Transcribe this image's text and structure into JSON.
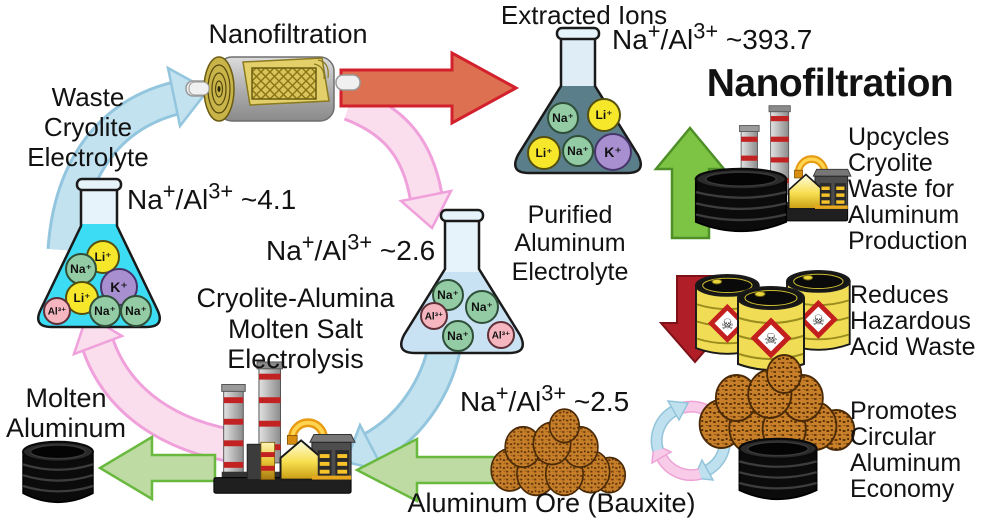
{
  "figure_title": "Nanofiltration",
  "colors": {
    "arrow_blue": "#c3e2f0",
    "arrow_blue_border": "#93c6de",
    "arrow_pink": "#fadeee",
    "arrow_pink_border": "#f0a0da",
    "arrow_green_pale": "#bedba4",
    "arrow_green_pale_border": "#69b93e",
    "arrow_orange": "#dd7050",
    "arrow_orange_border": "#d3202d",
    "arrow_green_vivid": "#7dc344",
    "arrow_red": "#b01e28",
    "liquid_waste": "#3bdcf4",
    "liquid_extracted": "#5a7f8b",
    "liquid_purified": "#c9e2f3",
    "ion_na": "#93cba4",
    "ion_li": "#f6e72b",
    "ion_k": "#a88fd0",
    "ion_al": "#f6b6bf",
    "bauxite": "#c87f2a",
    "hazard_barrel": "#f0dd55"
  },
  "cycle": {
    "filter_label": "Nanofiltration",
    "extracted": {
      "caption": "Extracted Ions",
      "ratio": {
        "parts": [
          {
            "t": "Na"
          },
          {
            "t": "+",
            "sup": true
          },
          {
            "t": "/Al"
          },
          {
            "t": "3+",
            "sup": true
          },
          {
            "t": " ~393.7"
          }
        ]
      },
      "ions": [
        {
          "type": "na",
          "label": "Na⁺"
        },
        {
          "type": "li",
          "label": "Li⁺"
        },
        {
          "type": "li",
          "label": "Li⁺"
        },
        {
          "type": "na",
          "label": "Na⁺"
        },
        {
          "type": "k",
          "label": "K⁺"
        }
      ]
    },
    "waste": {
      "caption": "Waste\nCryolite\nElectrolyte",
      "ratio": {
        "parts": [
          {
            "t": "Na"
          },
          {
            "t": "+",
            "sup": true
          },
          {
            "t": "/Al"
          },
          {
            "t": "3+",
            "sup": true
          },
          {
            "t": " ~4.1"
          }
        ]
      },
      "ions": [
        {
          "type": "li",
          "label": "Li⁺"
        },
        {
          "type": "na",
          "label": "Na⁺"
        },
        {
          "type": "k",
          "label": "K⁺"
        },
        {
          "type": "li",
          "label": "Li⁺"
        },
        {
          "type": "al",
          "label": "Al³⁺"
        },
        {
          "type": "na",
          "label": "Na⁺"
        },
        {
          "type": "na",
          "label": "Na⁺"
        }
      ]
    },
    "purified": {
      "caption": "Purified\nAluminum\nElectrolyte",
      "ratio": {
        "parts": [
          {
            "t": "Na"
          },
          {
            "t": "+",
            "sup": true
          },
          {
            "t": "/Al"
          },
          {
            "t": "3+",
            "sup": true
          },
          {
            "t": " ~2.6"
          }
        ]
      },
      "ions": [
        {
          "type": "na",
          "label": "Na⁺"
        },
        {
          "type": "na",
          "label": "Na⁺"
        },
        {
          "type": "al",
          "label": "Al³⁺"
        },
        {
          "type": "na",
          "label": "Na⁺"
        },
        {
          "type": "al",
          "label": "Al³⁺"
        }
      ]
    },
    "electrolysis_caption": "Cryolite-Alumina\nMolten Salt\nElectrolysis",
    "molten_caption": "Molten\nAluminum",
    "ore": {
      "ratio": {
        "parts": [
          {
            "t": "Na"
          },
          {
            "t": "+",
            "sup": true
          },
          {
            "t": "/Al"
          },
          {
            "t": "3+",
            "sup": true
          },
          {
            "t": " ~2.5"
          }
        ]
      },
      "caption": "Aluminum Ore (Bauxite)"
    }
  },
  "benefits": {
    "heading": "Nanofiltration",
    "items": [
      {
        "icon": "green-up-arrow-with-factory-and-barrel",
        "text": "Upcycles\nCryolite\nWaste for\nAluminum\nProduction"
      },
      {
        "icon": "red-down-arrow-with-hazard-barrels",
        "text": "Reduces\nHazardous\nAcid Waste"
      },
      {
        "icon": "recycling-arrows-with-ore-and-barrel",
        "text": "Promotes\nCircular\nAluminum\nEconomy"
      }
    ]
  }
}
